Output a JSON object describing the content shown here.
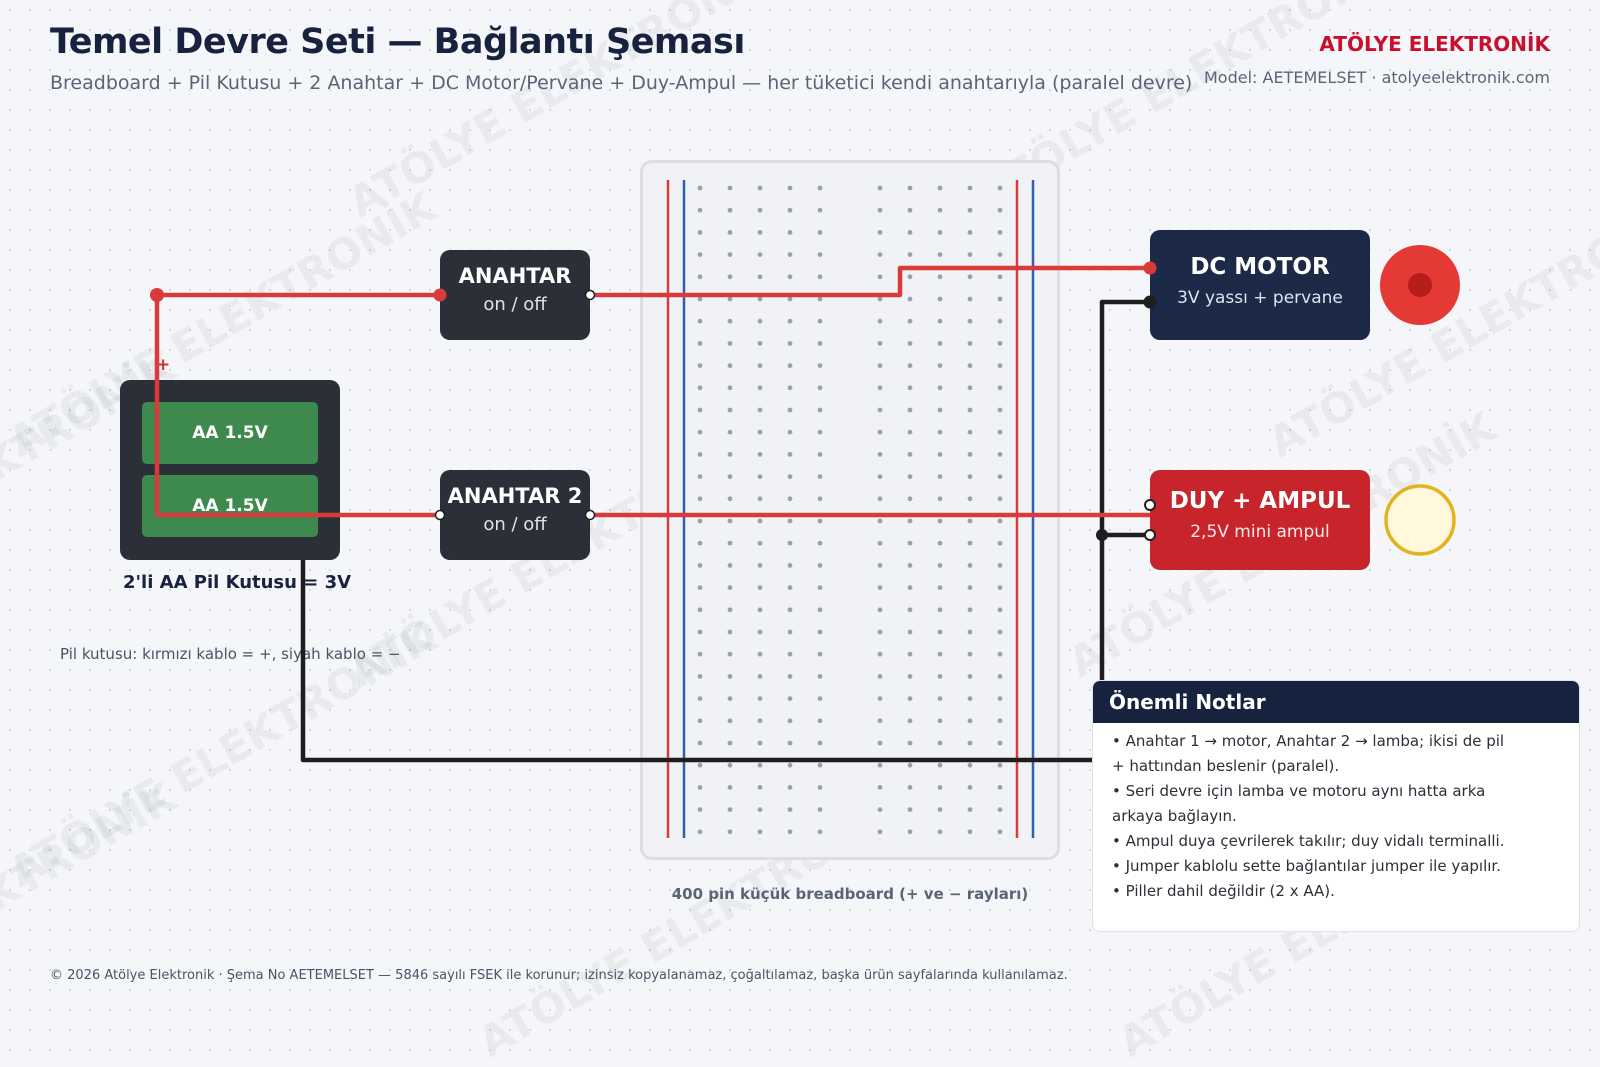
{
  "header": {
    "title": "Temel Devre Seti — Bağlantı Şeması",
    "subtitle": "Breadboard + Pil Kutusu + 2 Anahtar + DC Motor/Pervane + Duy-Ampul — her tüketici kendi anahtarıyla (paralel devre)",
    "brand": "ATÖLYE ELEKTRONİK",
    "model": "Model: AETEMELSET · atolyeelektronik.com"
  },
  "watermark_text": "ATÖLYE ELEKTRONİK",
  "battery": {
    "cells": [
      "AA 1.5V",
      "AA 1.5V"
    ],
    "label": "2'li AA Pil Kutusu = 3V",
    "plus": "+",
    "note": "Pil kutusu: kırmızı kablo = +, siyah kablo = −"
  },
  "switches": [
    {
      "title": "ANAHTAR",
      "state": "on / off"
    },
    {
      "title": "ANAHTAR 2",
      "state": "on / off"
    }
  ],
  "motor": {
    "title": "DC MOTOR",
    "subtitle": "3V yassı + pervane"
  },
  "lamp": {
    "title": "DUY + AMPUL",
    "subtitle": "2,5V mini ampul"
  },
  "breadboard": {
    "caption": "400 pin küçük breadboard (+ ve − rayları)"
  },
  "notes": {
    "title": "Önemli Notlar",
    "items": [
      "• Anahtar 1 → motor, Anahtar 2 → lamba; ikisi de pil + hattından beslenir (paralel).",
      "• Seri devre için lamba ve motoru aynı hatta arka arkaya bağlayın.",
      "• Ampul duya çevrilerek takılır; duy vidalı terminalli.",
      "• Jumper kablolu sette bağlantılar jumper ile yapılır.",
      "• Piller dahil değildir (2 x AA)."
    ]
  },
  "footer": "© 2026 Atölye Elektronik · Şema No AETEMELSET — 5846 sayılı FSEK ile korunur; izinsiz kopyalanamaz, çoğaltılamaz, başka ürün sayfalarında kullanılamaz.",
  "colors": {
    "wire_positive": "#d93a3a",
    "wire_negative": "#1e1e1e",
    "rail_red": "#d93a3a",
    "rail_blue": "#2f5fb3",
    "title": "#17223f",
    "brand": "#c8102e"
  }
}
